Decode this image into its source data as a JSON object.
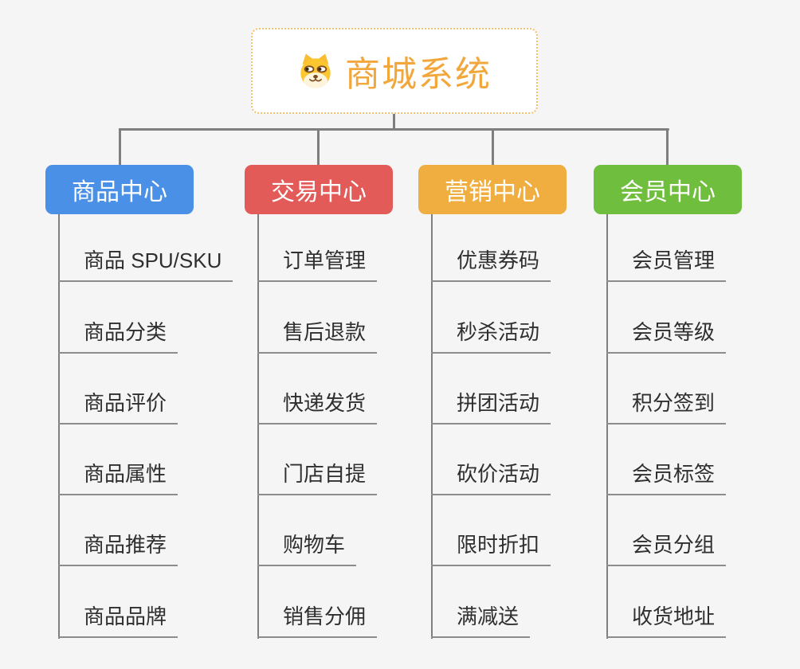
{
  "root": {
    "title": "商城系统",
    "icon": "dog-face-icon",
    "title_color": "#F2A73D",
    "border_color": "#F5C06B"
  },
  "branches": [
    {
      "label": "商品中心",
      "color": "#4A90E6",
      "items": [
        "商品 SPU/SKU",
        "商品分类",
        "商品评价",
        "商品属性",
        "商品推荐",
        "商品品牌"
      ]
    },
    {
      "label": "交易中心",
      "color": "#E25B58",
      "items": [
        "订单管理",
        "售后退款",
        "快递发货",
        "门店自提",
        "购物车",
        "销售分佣"
      ]
    },
    {
      "label": "营销中心",
      "color": "#EFAE3F",
      "items": [
        "优惠券码",
        "秒杀活动",
        "拼团活动",
        "砍价活动",
        "限时折扣",
        "满减送"
      ]
    },
    {
      "label": "会员中心",
      "color": "#6FBE3E",
      "items": [
        "会员管理",
        "会员等级",
        "积分签到",
        "会员标签",
        "会员分组",
        "收货地址"
      ]
    }
  ],
  "lines": {
    "connector_color": "#7F7F7F",
    "underline_color": "#8C8C8C"
  }
}
